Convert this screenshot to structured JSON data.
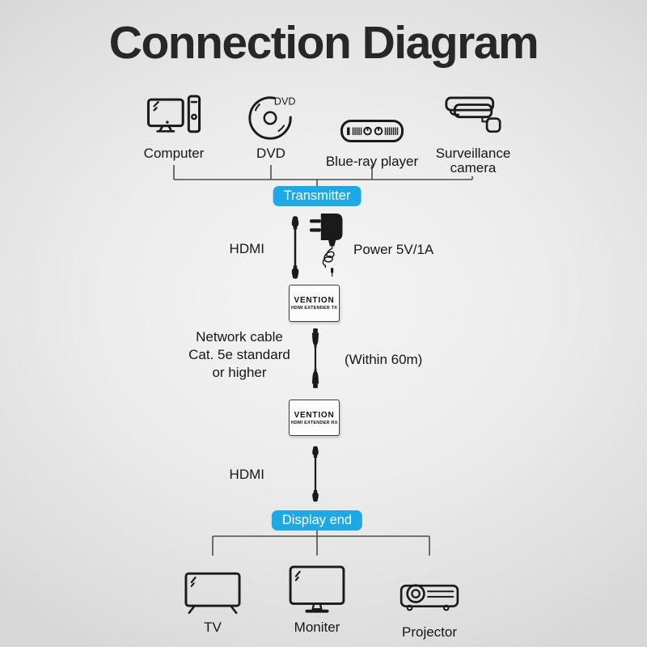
{
  "title": "Connection Diagram",
  "colors": {
    "accent_badge": "#1fa9e4",
    "badge_text": "#ffffff",
    "connector_line": "#4d4d4d",
    "icon_stroke": "#1a1a1a",
    "title_color": "#272727",
    "background_edge": "#d7d7d7",
    "background_center": "#f4f4f4",
    "box_background": "#fcfcfc"
  },
  "sources": [
    {
      "name": "computer",
      "label": "Computer"
    },
    {
      "name": "dvd",
      "label": "DVD",
      "icon_text": "DVD"
    },
    {
      "name": "bluray",
      "label": "Blue-ray player"
    },
    {
      "name": "camera",
      "label": "Surveillance camera"
    }
  ],
  "badges": {
    "transmitter": "Transmitter",
    "display_end": "Display end"
  },
  "tx_section": {
    "hdmi_label": "HDMI",
    "power_label": "Power 5V/1A"
  },
  "extender_tx": {
    "brand": "VENTION",
    "model": "HDMI EXTENDER TX"
  },
  "network_section": {
    "cable_lines": [
      "Network cable",
      "Cat. 5e standard",
      "or higher"
    ],
    "distance": "(Within 60m)"
  },
  "extender_rx": {
    "brand": "VENTION",
    "model": "HDMI EXTENDER RX"
  },
  "rx_section": {
    "hdmi_label": "HDMI"
  },
  "displays": [
    {
      "name": "tv",
      "label": "TV"
    },
    {
      "name": "monitor",
      "label": "Moniter"
    },
    {
      "name": "projector",
      "label": "Projector"
    }
  ]
}
